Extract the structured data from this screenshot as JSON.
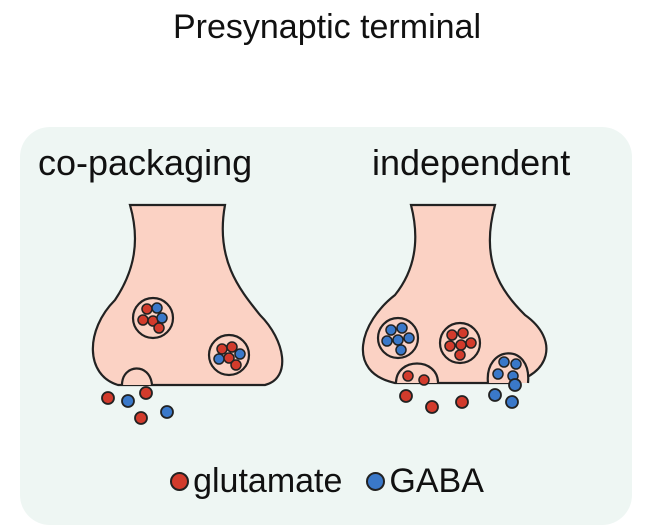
{
  "title": "Presynaptic terminal",
  "panels": {
    "left_label": "co-packaging",
    "right_label": "independent"
  },
  "legend": {
    "items": [
      {
        "label": "glutamate",
        "color": "#d23b2c"
      },
      {
        "label": "GABA",
        "color": "#3a78c9"
      }
    ]
  },
  "colors": {
    "terminal_fill": "#fbd2c4",
    "panel_bg": "#eef6f3",
    "glutamate": "#d23b2c",
    "gaba": "#3a78c9",
    "outline": "#222222"
  }
}
